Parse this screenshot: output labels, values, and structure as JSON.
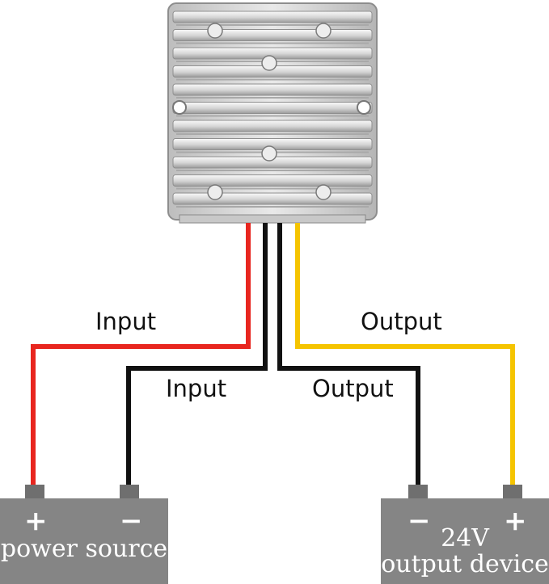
{
  "colors": {
    "red_wire": "#e8261f",
    "black_wire": "#111111",
    "yellow_wire": "#f5c400",
    "box_fill": "#858585",
    "terminal_fill": "#6f6f6f",
    "heatsink_light": "#e6e6e6",
    "heatsink_dark": "#9c9c9c"
  },
  "labels": {
    "input_red": "Input",
    "input_black": "Input",
    "output_yellow": "Output",
    "output_black": "Output"
  },
  "power_source": {
    "plus": "+",
    "minus": "−",
    "name": "power source"
  },
  "output_device": {
    "minus": "−",
    "plus": "+",
    "voltage": "24V",
    "name": "output device"
  },
  "icons": {
    "converter": "heatsink-converter-icon"
  }
}
